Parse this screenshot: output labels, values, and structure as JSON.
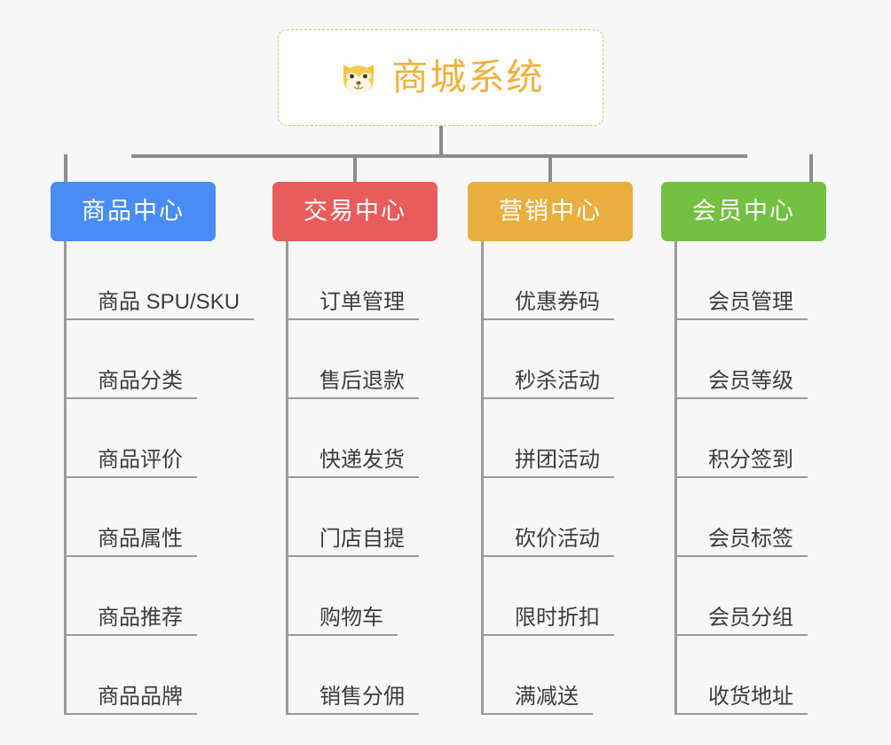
{
  "page": {
    "background_color": "#f7f7f7",
    "line_color": "#8c8c8c",
    "text_color": "#3c3c3c"
  },
  "root": {
    "icon": "shiba-dog-face-emoji",
    "title": "商城系统",
    "title_color": "#f0b13a",
    "border_color": "#e9c06a"
  },
  "categories": [
    {
      "label": "商品中心",
      "color": "#4a8cf5",
      "items": [
        "商品 SPU/SKU",
        "商品分类",
        "商品评价",
        "商品属性",
        "商品推荐",
        "商品品牌"
      ]
    },
    {
      "label": "交易中心",
      "color": "#e85c5c",
      "items": [
        "订单管理",
        "售后退款",
        "快递发货",
        "门店自提",
        "购物车",
        "销售分佣"
      ]
    },
    {
      "label": "营销中心",
      "color": "#e9ae3e",
      "items": [
        "优惠券码",
        "秒杀活动",
        "拼团活动",
        "砍价活动",
        "限时折扣",
        "满减送"
      ]
    },
    {
      "label": "会员中心",
      "color": "#74c043",
      "items": [
        "会员管理",
        "会员等级",
        "积分签到",
        "会员标签",
        "会员分组",
        "收货地址"
      ]
    }
  ]
}
